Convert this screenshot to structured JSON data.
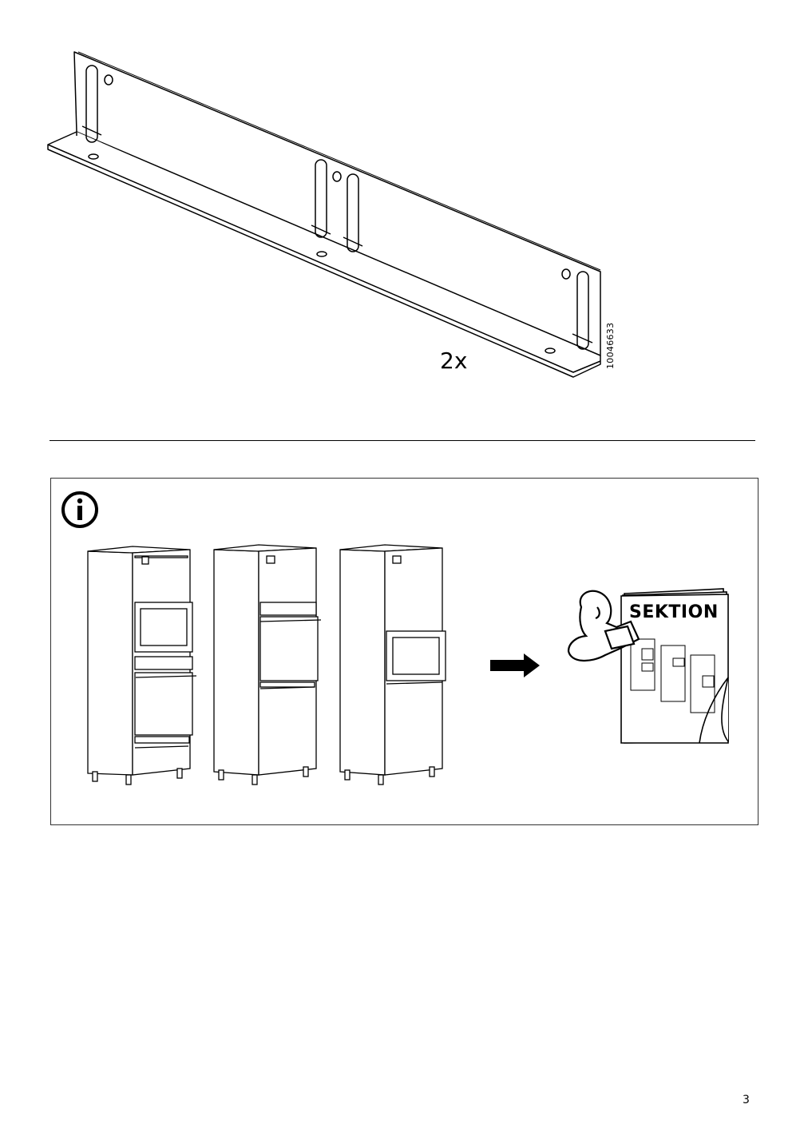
{
  "part": {
    "quantity_label": "2x",
    "article_number": "10046633"
  },
  "info_panel": {
    "booklet_title": "SEKTION"
  },
  "footer": {
    "page_number": "3"
  }
}
